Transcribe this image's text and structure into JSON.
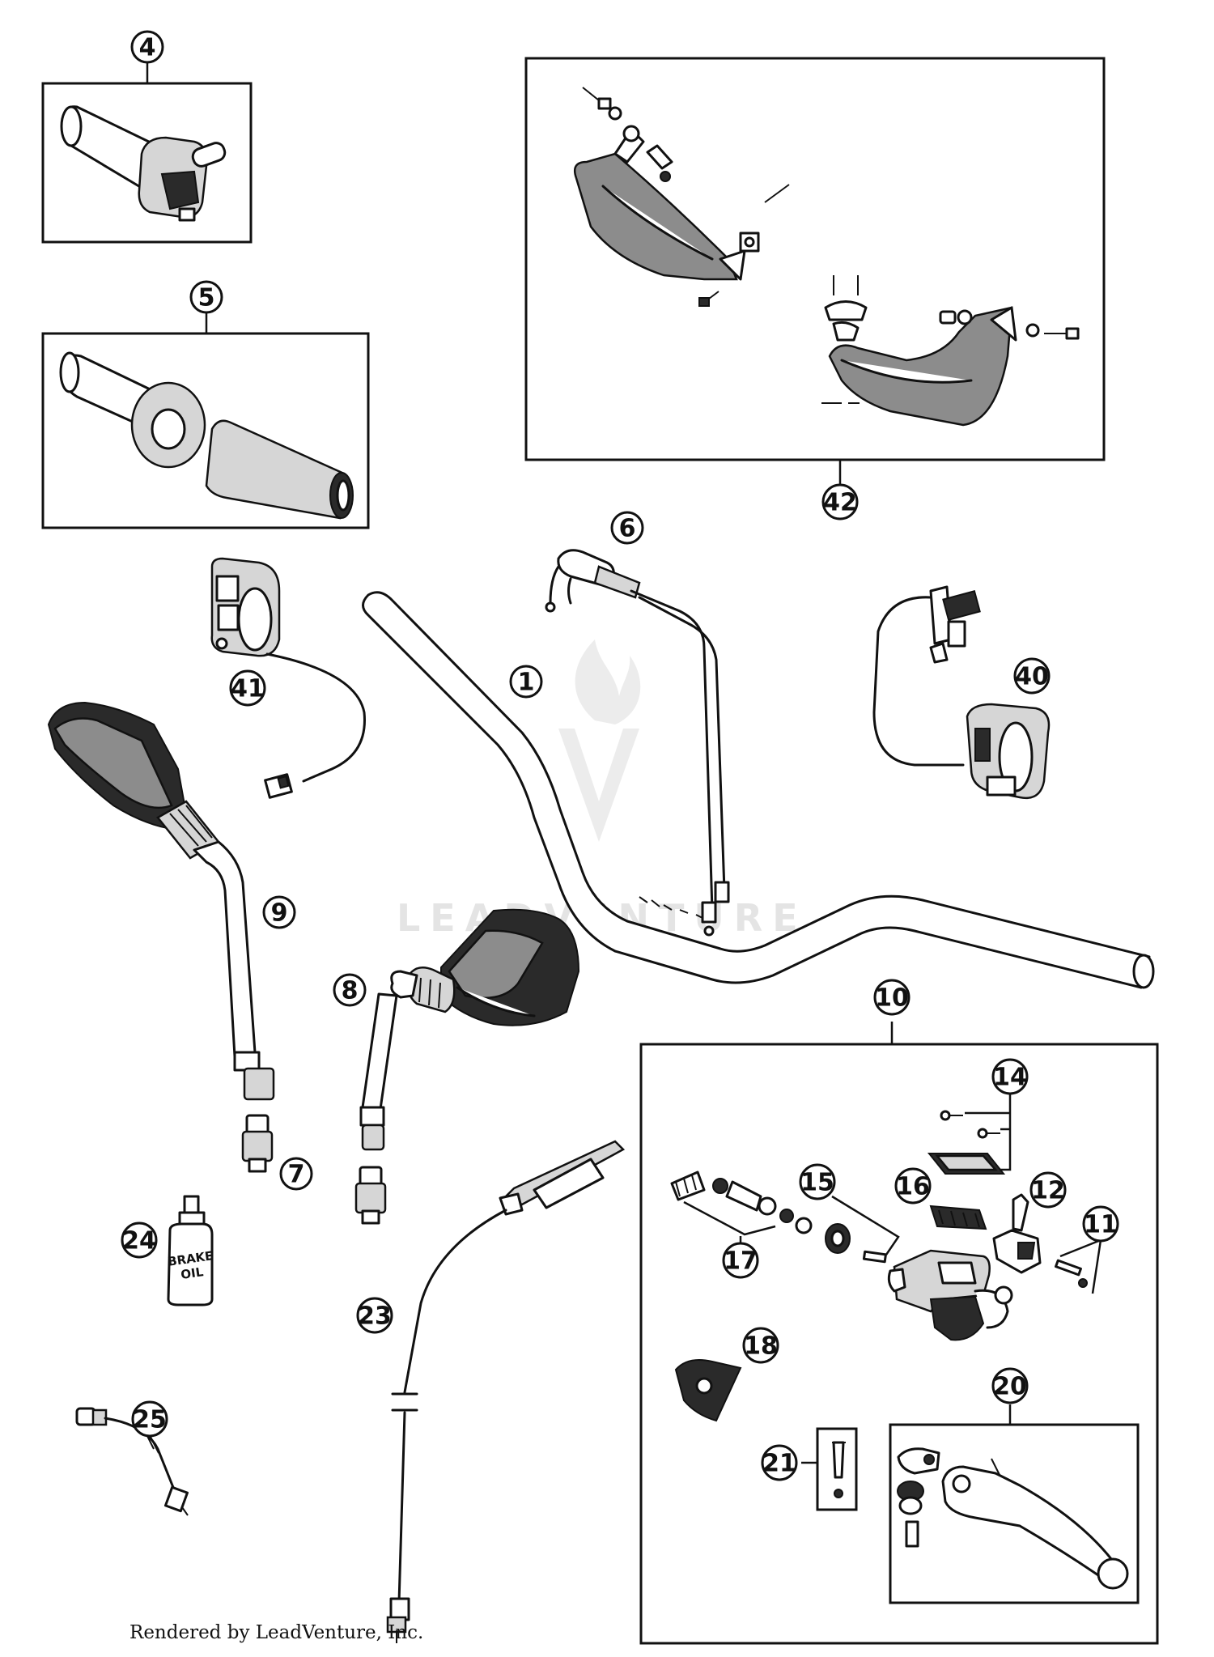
{
  "diagram": {
    "callouts": [
      {
        "id": "c4",
        "label": "4"
      },
      {
        "id": "c5",
        "label": "5"
      },
      {
        "id": "c42",
        "label": "42"
      },
      {
        "id": "c6",
        "label": "6"
      },
      {
        "id": "c41",
        "label": "41"
      },
      {
        "id": "c1",
        "label": "1"
      },
      {
        "id": "c40",
        "label": "40"
      },
      {
        "id": "c9",
        "label": "9"
      },
      {
        "id": "c8",
        "label": "8"
      },
      {
        "id": "c10",
        "label": "10"
      },
      {
        "id": "c14",
        "label": "14"
      },
      {
        "id": "c7",
        "label": "7"
      },
      {
        "id": "c15",
        "label": "15"
      },
      {
        "id": "c16",
        "label": "16"
      },
      {
        "id": "c12",
        "label": "12"
      },
      {
        "id": "c24",
        "label": "24"
      },
      {
        "id": "c11",
        "label": "11"
      },
      {
        "id": "c17",
        "label": "17"
      },
      {
        "id": "c23",
        "label": "23"
      },
      {
        "id": "c18",
        "label": "18"
      },
      {
        "id": "c25",
        "label": "25"
      },
      {
        "id": "c20",
        "label": "20"
      },
      {
        "id": "c21",
        "label": "21"
      }
    ],
    "bottle_label_line1": "BRAKE",
    "bottle_label_line2": "OIL",
    "watermark": "LEADVENTURE",
    "footer": "Rendered by LeadVenture, Inc."
  }
}
